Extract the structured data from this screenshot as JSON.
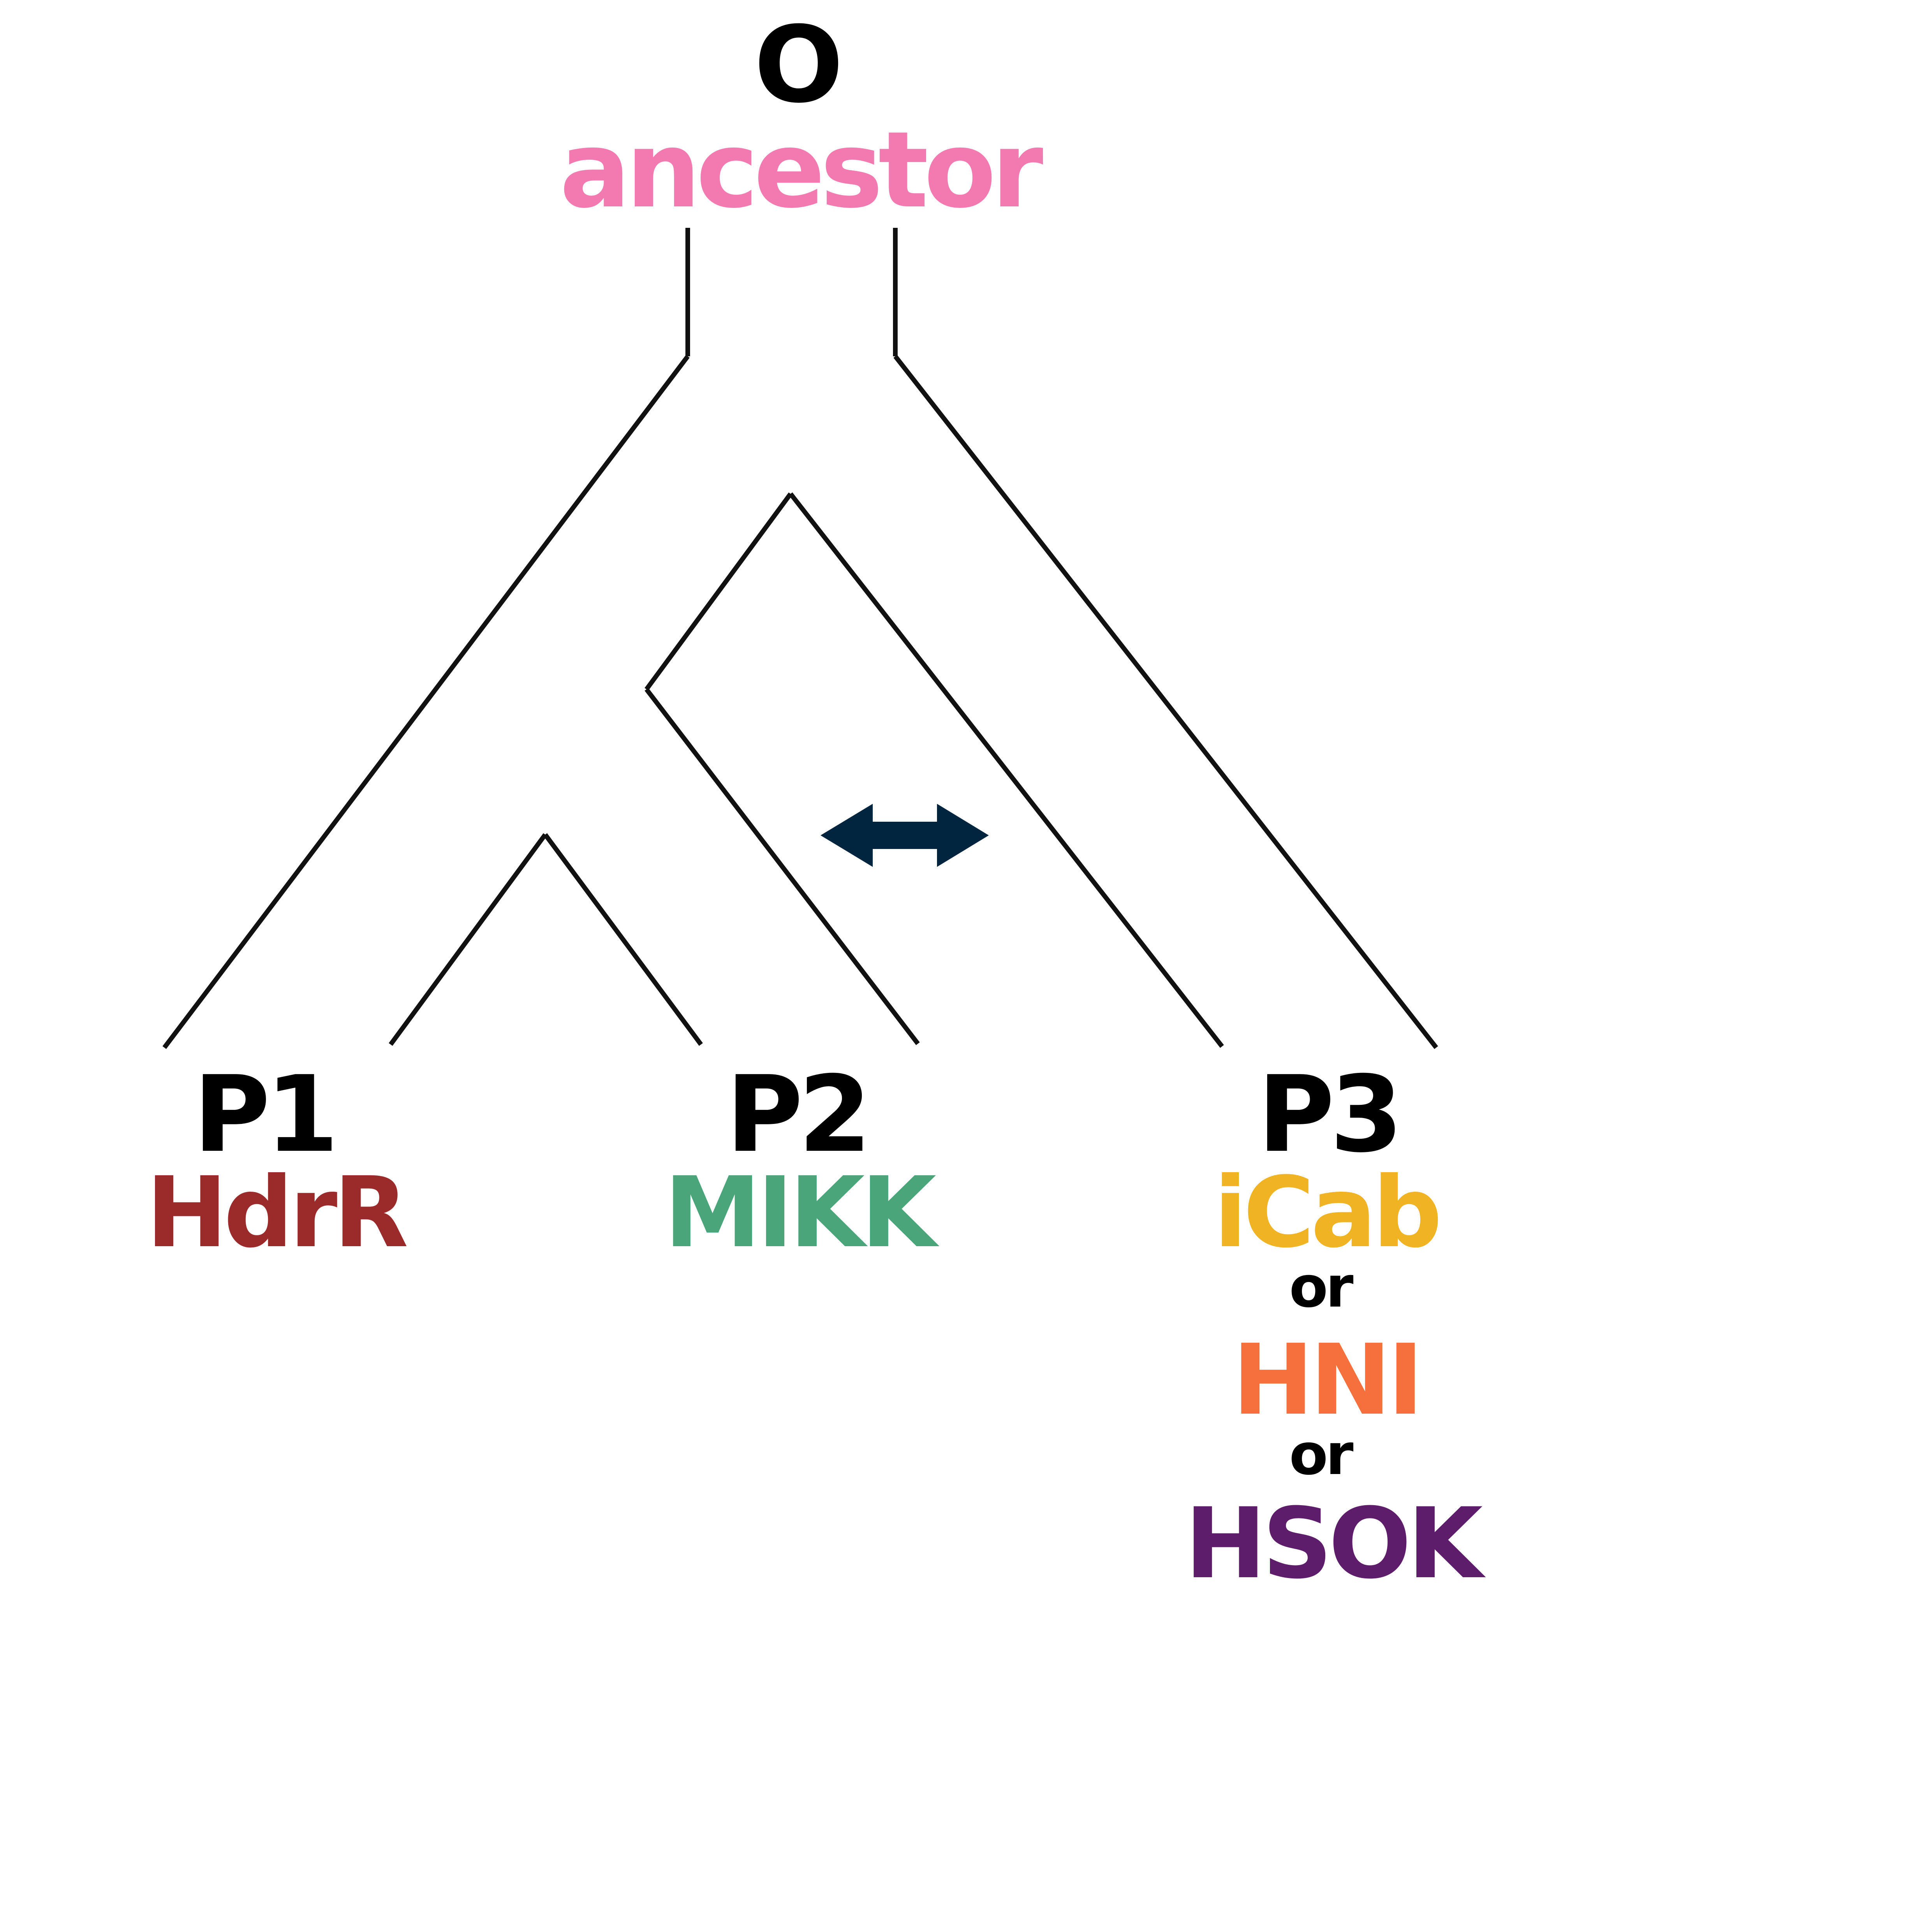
{
  "outgroup": {
    "code": "O",
    "name": "ancestor",
    "color": "#f27ab0"
  },
  "populations": [
    {
      "code": "P1",
      "names": [
        "HdrR"
      ],
      "colors": [
        "#9b2a2a"
      ]
    },
    {
      "code": "P2",
      "names": [
        "MIKK"
      ],
      "colors": [
        "#4aa57a"
      ]
    },
    {
      "code": "P3",
      "names": [
        "iCab",
        "HNI",
        "HSOK"
      ],
      "colors": [
        "#f0b323",
        "#f5703c",
        "#5e1d6b"
      ]
    }
  ],
  "separator": "or",
  "label_color": "#000000",
  "gene_flow": {
    "symbol": "double-arrow",
    "between": [
      "P2",
      "P3"
    ],
    "color": "#02253f"
  }
}
